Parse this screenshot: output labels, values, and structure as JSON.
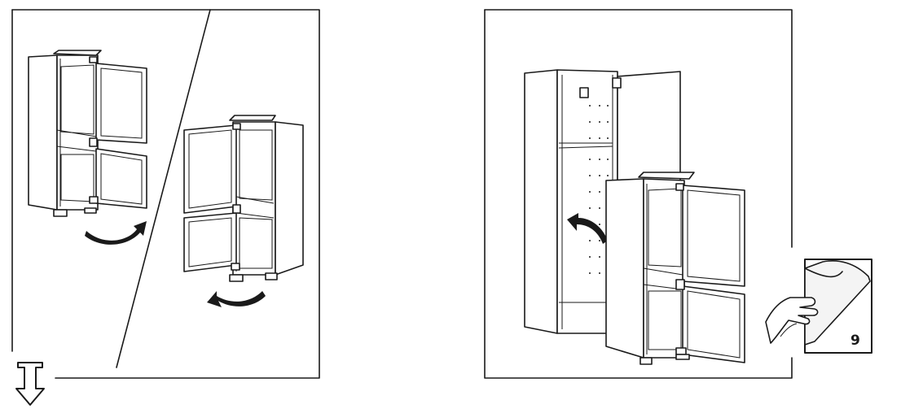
{
  "step_left": {
    "panel": "reverse-door-hinges",
    "arrows": [
      "rotate-arrow",
      "rotate-arrow"
    ]
  },
  "step_right": {
    "panel": "insert-fridge-into-cabinet",
    "arrows": [
      "insert-arrow"
    ]
  },
  "page_turn": {
    "icon": "page-turn-icon",
    "page_number": "9"
  },
  "continue_icon": "down-arrow-icon"
}
